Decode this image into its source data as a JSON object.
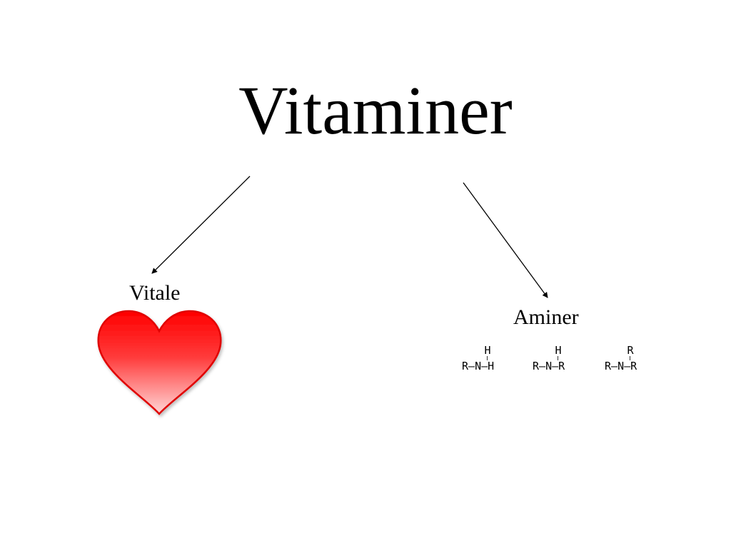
{
  "slide": {
    "title": "Vitaminer",
    "left_label": "Vitale",
    "right_label": "Aminer",
    "heart_icon": "heart-icon",
    "heart_colors": {
      "top": "#ff0000",
      "bottom": "#ffd6d6",
      "outline": "#e00000"
    },
    "amines": [
      {
        "top": "H",
        "left": "R",
        "center": "N",
        "right": "H"
      },
      {
        "top": "H",
        "left": "R",
        "center": "N",
        "right": "R"
      },
      {
        "top": "R",
        "left": "R",
        "center": "N",
        "right": "R"
      }
    ]
  }
}
